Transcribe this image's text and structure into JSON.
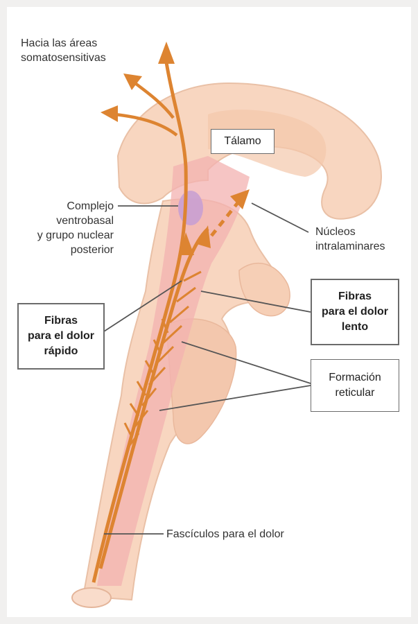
{
  "colors": {
    "brain": "#f8d6c0",
    "brain_shadow": "#efc0a4",
    "tract": "#f3b2b0",
    "arrow": "#dd8431",
    "nucleus": "#c9a0d2",
    "leader": "#555555"
  },
  "labels": {
    "to_somatosensory": [
      "Hacia las áreas",
      "somatosensitivas"
    ],
    "thalamus": "Tálamo",
    "ventrobasal": [
      "Complejo",
      "ventrobasal",
      "y grupo nuclear",
      "posterior"
    ],
    "intralaminar": [
      "Núcleos",
      "intralaminares"
    ],
    "slow_pain": [
      "Fibras",
      "para el dolor",
      "lento"
    ],
    "fast_pain": [
      "Fibras",
      "para el dolor",
      "rápido"
    ],
    "reticular": [
      "Formación",
      "reticular"
    ],
    "pain_tracts": "Fascículos para el dolor"
  },
  "icons": [
    "ascending-arrow-icon",
    "branch-arrow-icon",
    "dashed-arrow-icon"
  ]
}
